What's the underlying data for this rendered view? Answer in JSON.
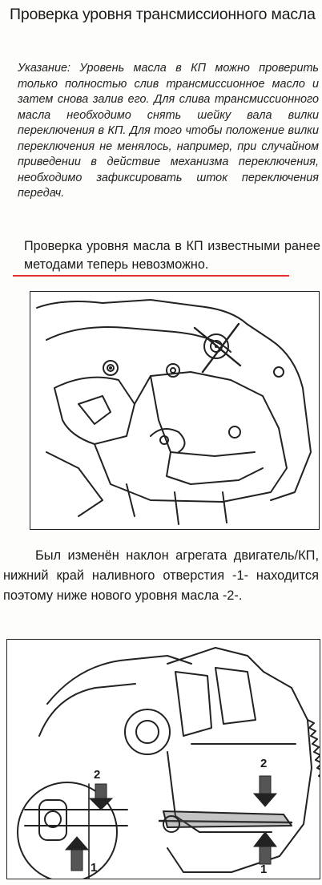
{
  "heading": {
    "title": "Проверка уровня трансмиссионного масла"
  },
  "note": {
    "text": "Указание: Уровень масла в КП можно проверить только полностью слив трансмиссионное масло и затем снова залив его. Для слива трансмиссионного масла необходимо снять шейку вала вилки переключения в КП. Для того чтобы положение вилки переключения не менялось, например, при случайном приведении в действие механизма переключения, необходимо зафиксировать шток переключения передач."
  },
  "paragraph1": {
    "text": "Проверка уровня масла в КП известными ранее методами теперь невозможно."
  },
  "paragraph2": {
    "text": "Был изменён наклон агрегата двигатель/КП, нижний край наливного отверстия -1- находится поэтому ниже нового уровня масла -2-."
  },
  "figure2": {
    "label_top_right": "2",
    "label_bottom_right": "1",
    "label_inset_top": "2",
    "label_inset_bottom": "1"
  },
  "colors": {
    "underline": "#e03030",
    "ink": "#1a1a1a"
  }
}
